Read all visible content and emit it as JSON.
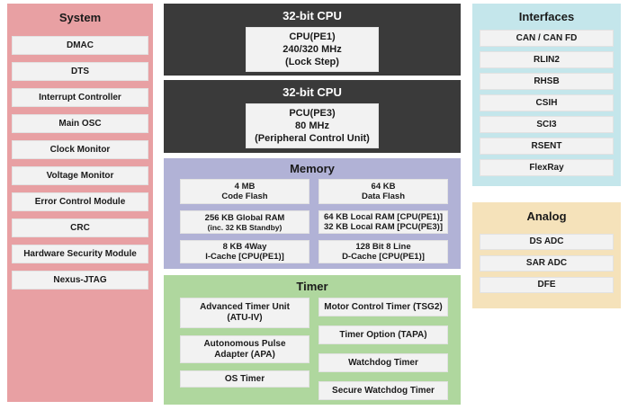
{
  "colors": {
    "system_pink": "#E8A0A3",
    "cpu_dark": "#3A3A3A",
    "memory_lavender": "#B1B2D6",
    "timer_green": "#AFD79E",
    "interfaces_blue": "#C4E6EB",
    "analog_tan": "#F5E2BA",
    "item_box": "#F2F2F2"
  },
  "system": {
    "title": "System",
    "items": [
      "DMAC",
      "DTS",
      "Interrupt Controller",
      "Main OSC",
      "Clock Monitor",
      "Voltage Monitor",
      "Error Control Module",
      "CRC",
      "Hardware Security Module",
      "Nexus-JTAG"
    ]
  },
  "cpu1": {
    "title": "32-bit CPU",
    "line1": "CPU(PE1)",
    "line2": "240/320 MHz",
    "line3": "(Lock Step)"
  },
  "cpu2": {
    "title": "32-bit CPU",
    "line1": "PCU(PE3)",
    "line2": "80 MHz",
    "line3": "(Peripheral Control Unit)"
  },
  "memory": {
    "title": "Memory",
    "cells": [
      {
        "line1": "4 MB",
        "line2": "Code Flash"
      },
      {
        "line1": "64 KB",
        "line2": "Data Flash"
      },
      {
        "line1": "256 KB Global RAM",
        "line2": "(inc. 32 KB Standby)"
      },
      {
        "line1": "64 KB Local RAM [CPU(PE1)]",
        "line2": "32 KB Local RAM [PCU(PE3)]"
      },
      {
        "line1": "8 KB 4Way",
        "line2": "I-Cache [CPU(PE1)]"
      },
      {
        "line1": "128 Bit 8 Line",
        "line2": "D-Cache [CPU(PE1)]"
      }
    ]
  },
  "timer": {
    "title": "Timer",
    "left": [
      {
        "line1": "Advanced Timer Unit",
        "line2": "(ATU-IV)"
      },
      {
        "line1": "Autonomous Pulse",
        "line2": "Adapter (APA)"
      },
      {
        "line1": "OS Timer",
        "line2": ""
      }
    ],
    "right": [
      "Motor Control Timer (TSG2)",
      "Timer Option (TAPA)",
      "Watchdog Timer",
      "Secure Watchdog Timer"
    ]
  },
  "interfaces": {
    "title": "Interfaces",
    "items": [
      "CAN / CAN FD",
      "RLIN2",
      "RHSB",
      "CSIH",
      "SCI3",
      "RSENT",
      "FlexRay"
    ]
  },
  "analog": {
    "title": "Analog",
    "items": [
      "DS ADC",
      "SAR ADC",
      "DFE"
    ]
  }
}
